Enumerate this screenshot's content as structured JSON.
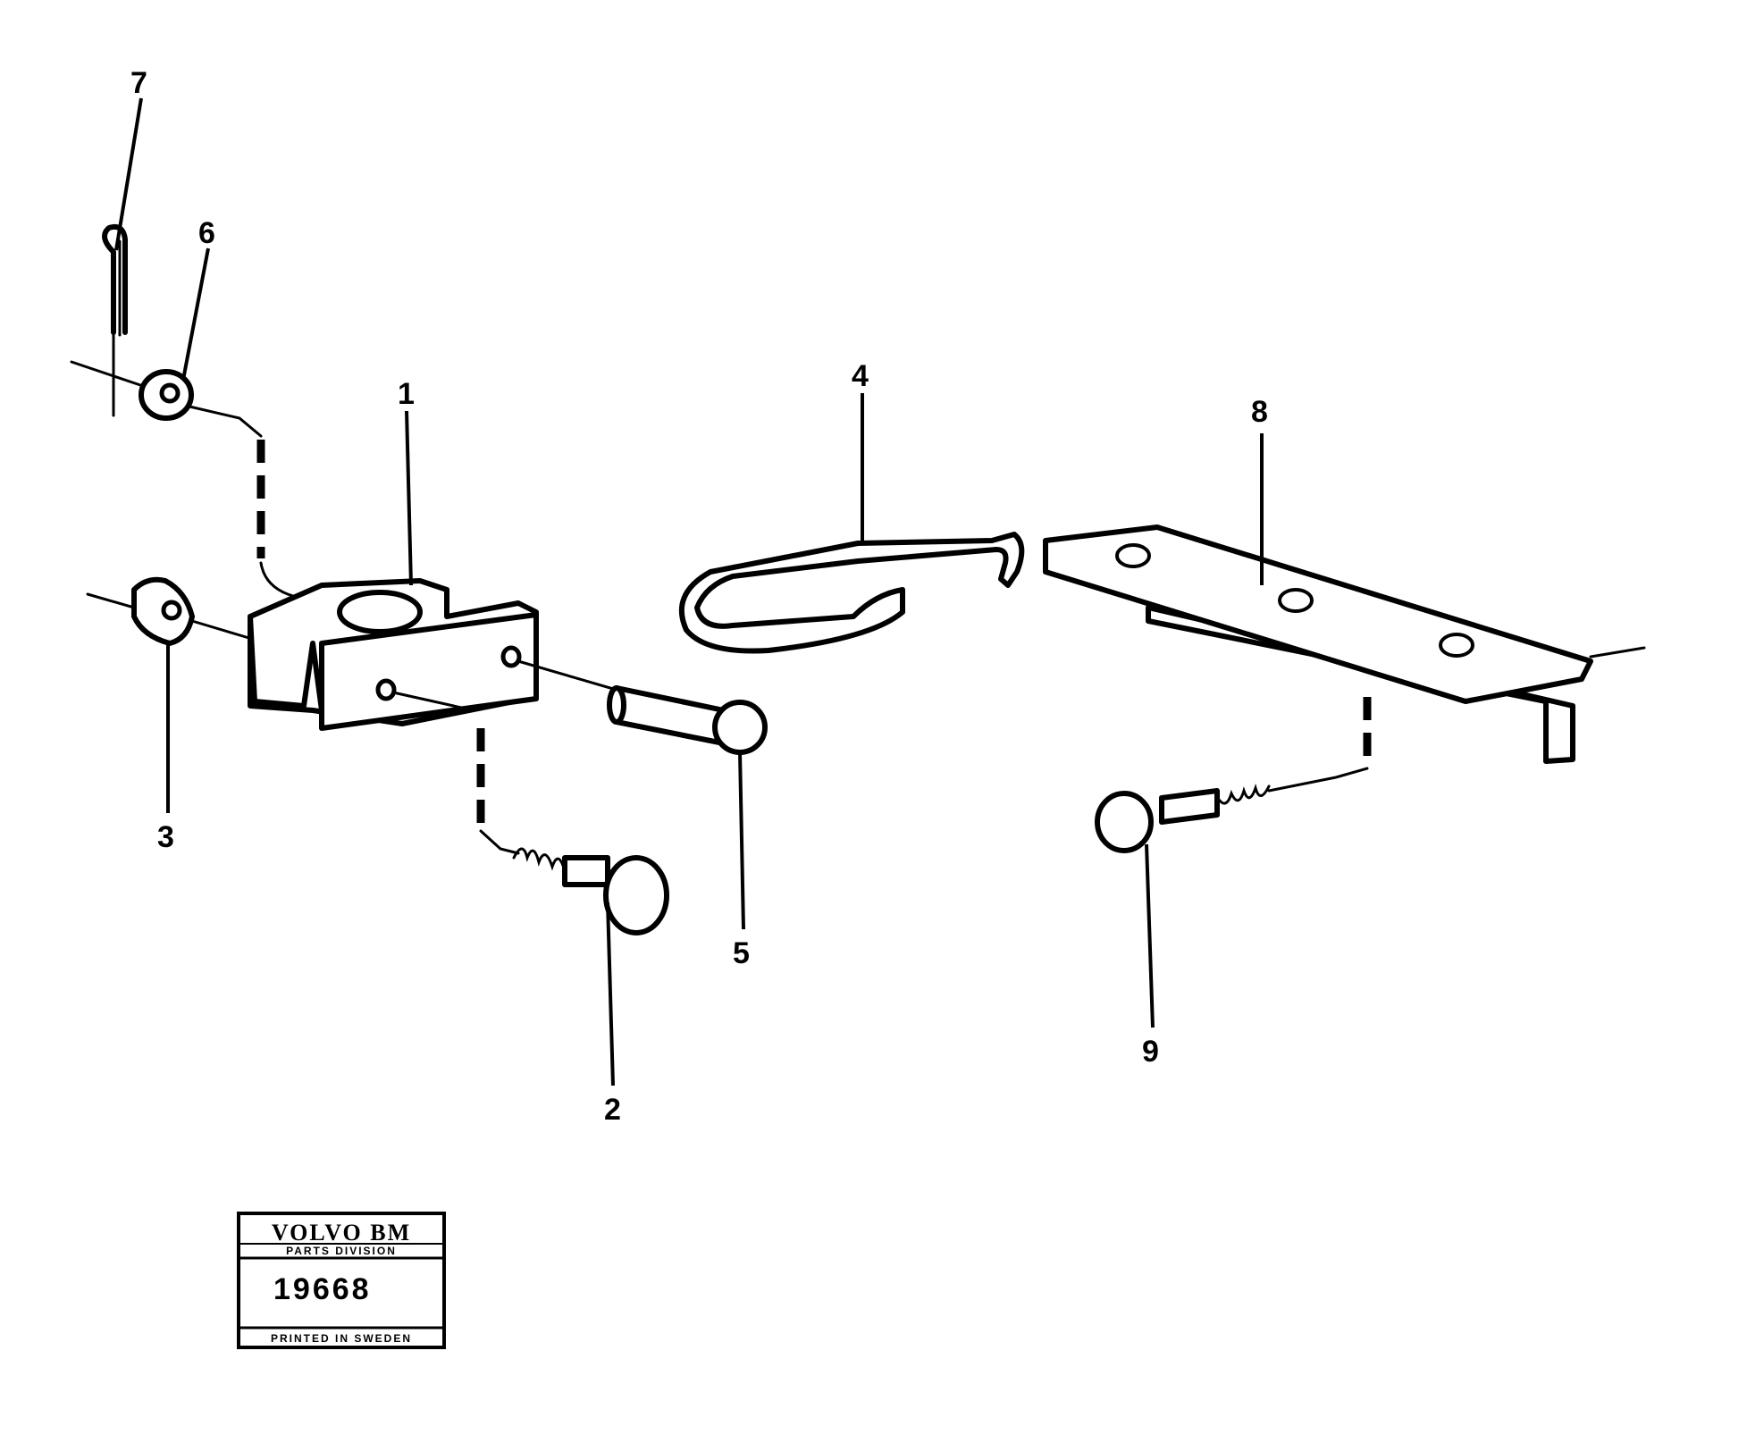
{
  "callouts": {
    "c1": "1",
    "c2": "2",
    "c3": "3",
    "c4": "4",
    "c5": "5",
    "c6": "6",
    "c7": "7",
    "c8": "8",
    "c9": "9"
  },
  "stamp": {
    "brand": "VOLVO BM",
    "division": "PARTS DIVISION",
    "number": "19668",
    "printed": "PRINTED IN SWEDEN"
  }
}
